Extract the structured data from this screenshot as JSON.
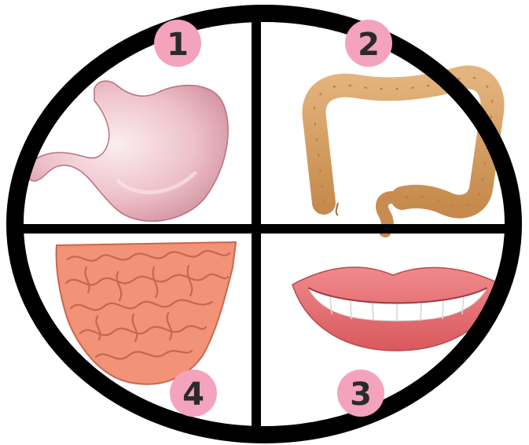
{
  "quadrant_labels": {
    "stomach": "1",
    "large_intestine": "2",
    "mouth": "3",
    "small_intestine": "4"
  },
  "colors": {
    "frame": "#000000",
    "badge_fill": "#f4a3bd",
    "label_text": "#2a2a2a",
    "stomach": "#eec0c9",
    "large_intestine": "#d8a368",
    "small_intestine": "#f29277",
    "lips": "#e56b6e",
    "teeth": "#ffffff"
  },
  "icons": [
    "stomach-icon",
    "large-intestine-icon",
    "small-intestine-icon",
    "mouth-icon"
  ]
}
